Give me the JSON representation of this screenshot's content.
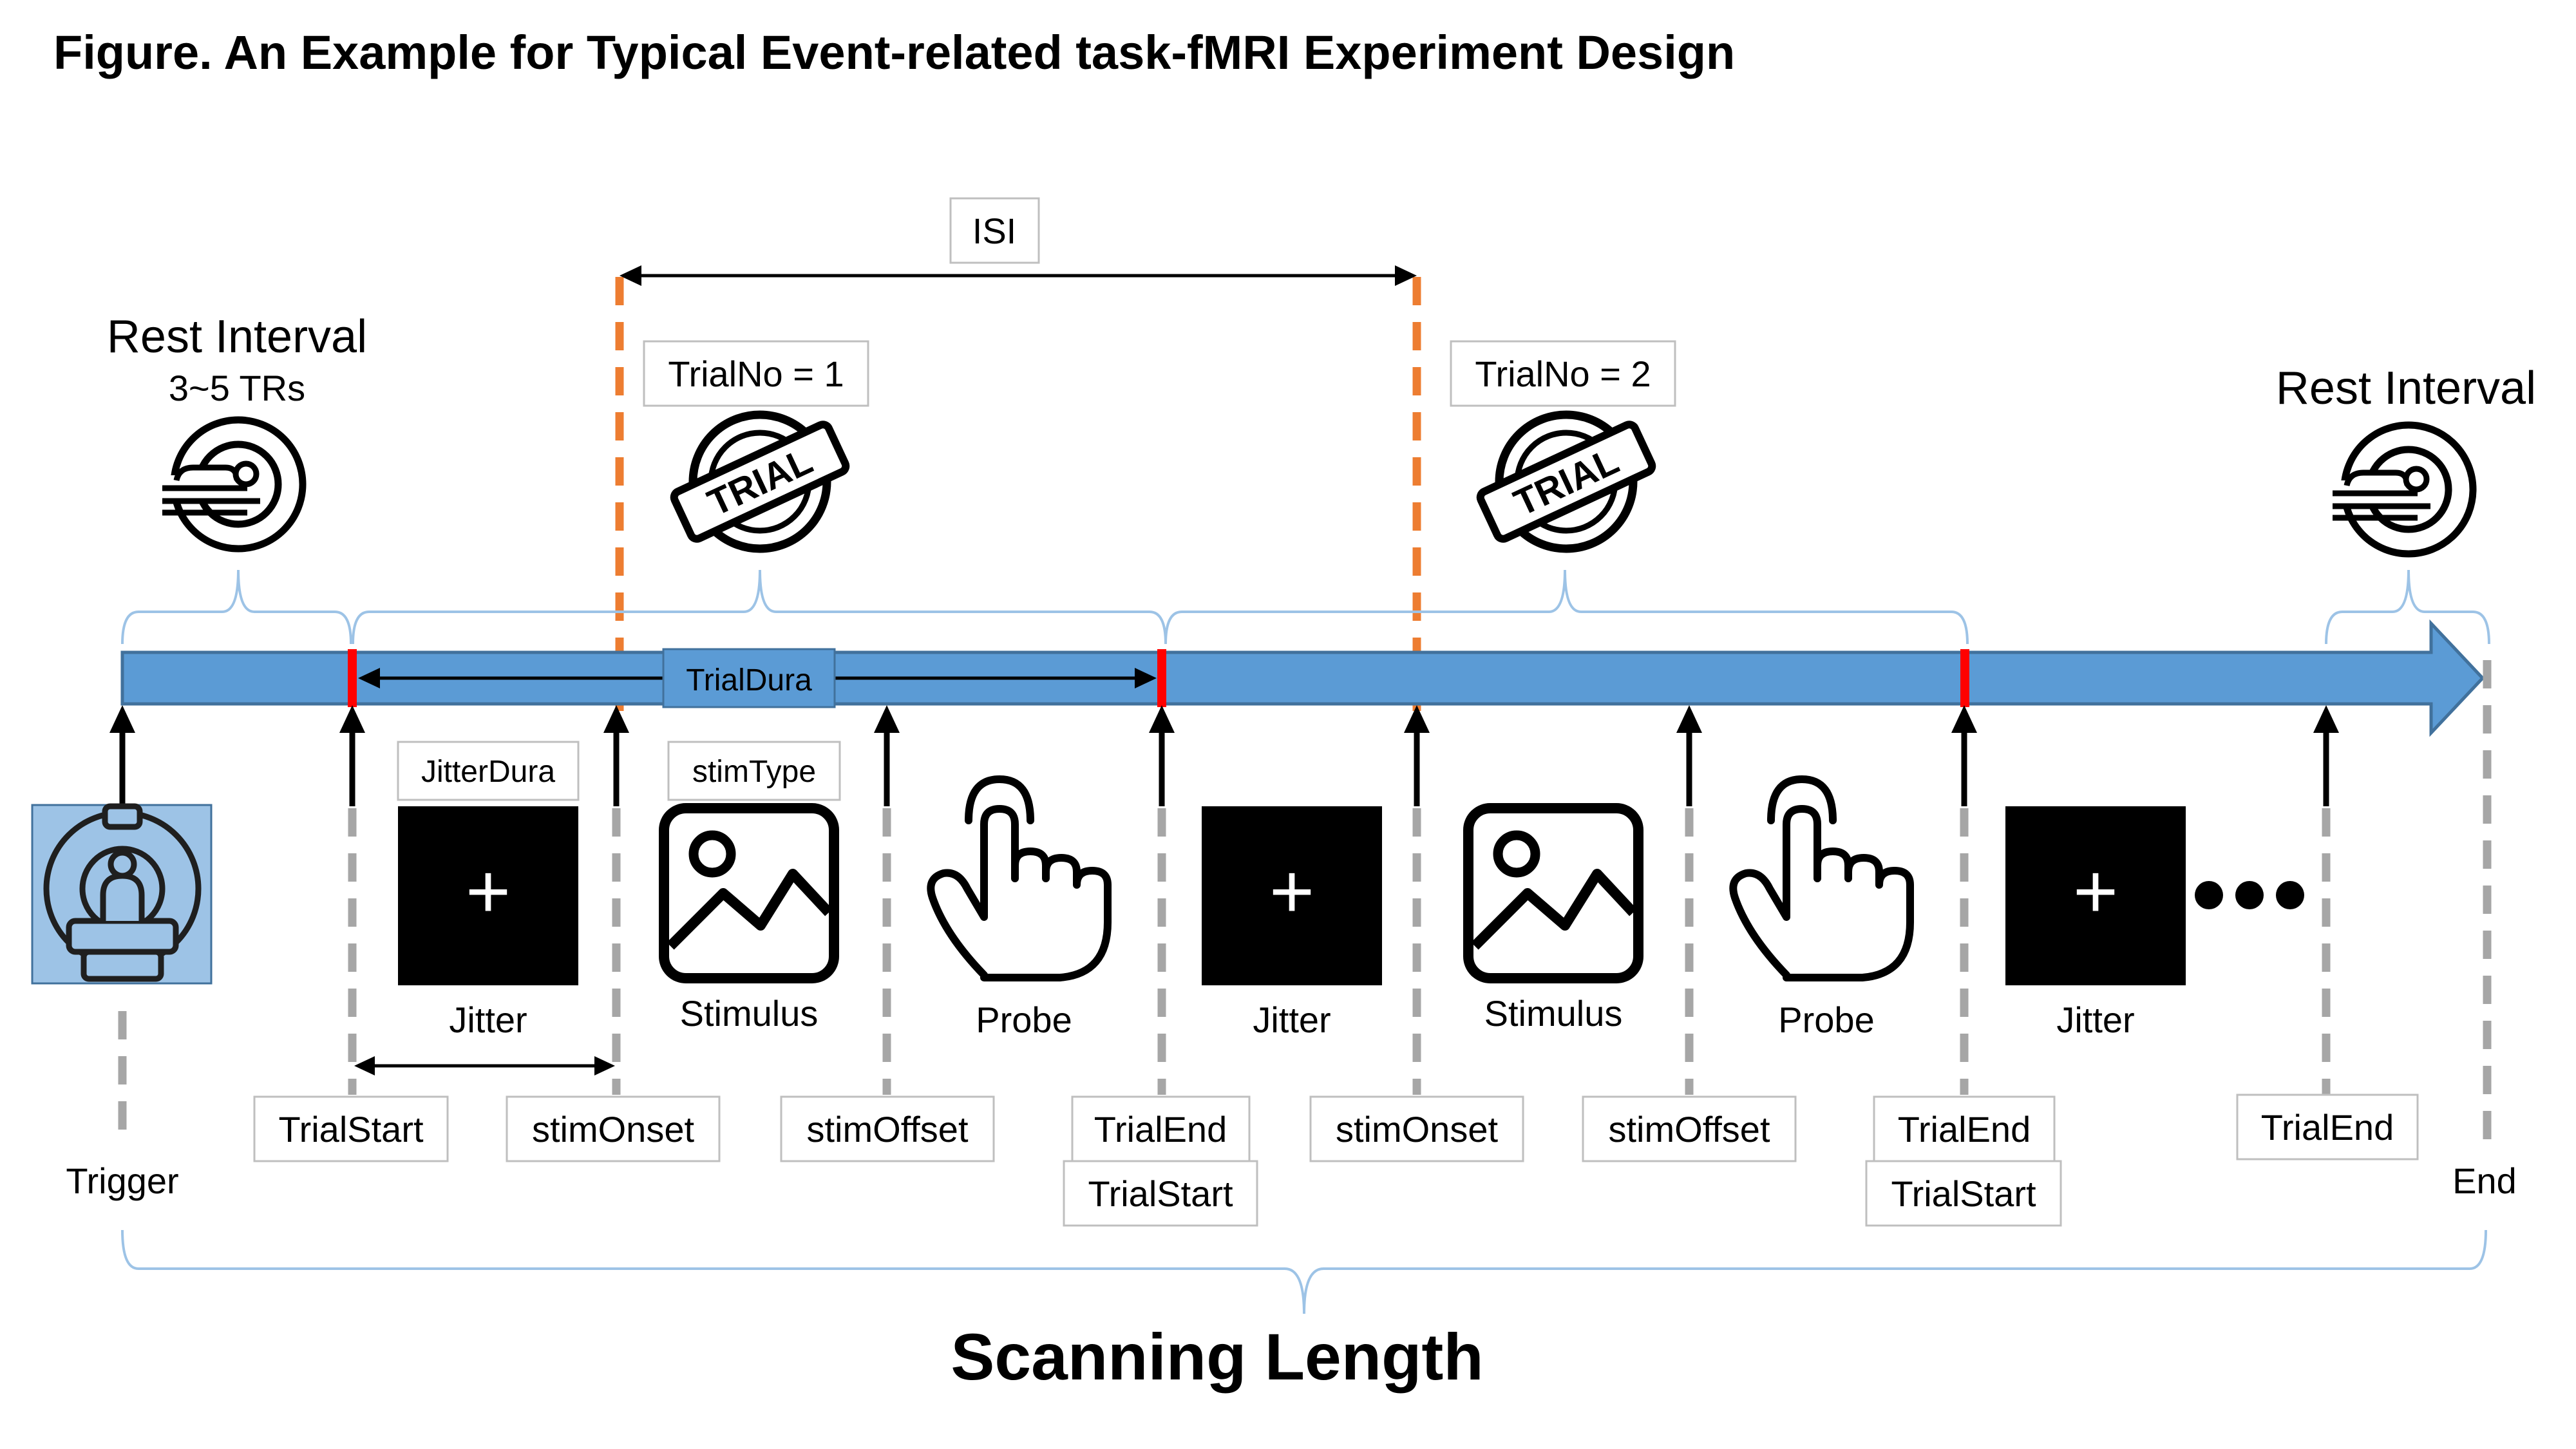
{
  "title": "Figure. An Example for Typical Event-related task-fMRI Experiment Design",
  "isi_label": "ISI",
  "rest_interval_label": "Rest Interval",
  "rest_interval_sub": "3~5 TRs",
  "trial_dura_label": "TrialDura",
  "trials": [
    {
      "label": "TrialNo = 1",
      "stamp": "TRIAL"
    },
    {
      "label": "TrialNo = 2",
      "stamp": "TRIAL"
    }
  ],
  "jitter_dura_label": "JitterDura",
  "stim_type_label": "stimType",
  "items": {
    "jitter": "Jitter",
    "stimulus": "Stimulus",
    "probe": "Probe",
    "plus": "+"
  },
  "events": {
    "trial_start": "TrialStart",
    "stim_onset": "stimOnset",
    "stim_offset": "stimOffset",
    "trial_end": "TrialEnd",
    "trigger": "Trigger",
    "end": "End"
  },
  "scanning_length": "Scanning Length",
  "colors": {
    "timeline": "#5b9bd5",
    "timeline_border": "#41719c",
    "marker": "#ff0000",
    "isi_dash": "#ed7d31",
    "event_dash": "#a6a6a6",
    "brace": "#9dc3e6",
    "scanner_bg": "#9dc3e6"
  },
  "icons": [
    "mri-scanner-icon",
    "patient-scanner-icon",
    "trial-stamp-icon",
    "image-icon",
    "pointing-hand-icon",
    "ellipsis-icon"
  ]
}
